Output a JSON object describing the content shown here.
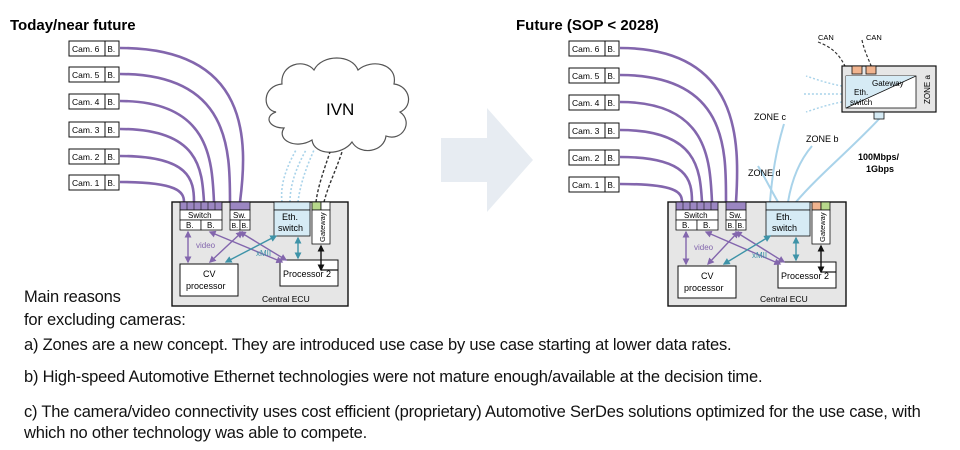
{
  "left_panel": {
    "title": "Today/near future",
    "cameras": [
      "Cam. 6",
      "Cam. 5",
      "Cam. 4",
      "Cam. 3",
      "Cam. 2",
      "Cam. 1"
    ],
    "serializer_label": "B.",
    "cloud_label": "IVN",
    "ecu": {
      "label": "Central ECU",
      "switch_label": "Switch",
      "sw_label": "Sw.",
      "deser_label": "B.",
      "eth_switch_line1": "Eth.",
      "eth_switch_line2": "switch",
      "gateway_label": "Gateway",
      "video_label": "video",
      "xmii_label": "xMII",
      "cv_line1": "CV",
      "cv_line2": "processor",
      "processor2_label": "Processor 2"
    }
  },
  "right_panel": {
    "title": "Future (SOP < 2028)",
    "cameras": [
      "Cam. 6",
      "Cam. 5",
      "Cam. 4",
      "Cam. 3",
      "Cam. 2",
      "Cam. 1"
    ],
    "serializer_label": "B.",
    "zone_labels": [
      "ZONE c",
      "ZONE b",
      "ZONE d"
    ],
    "speed_line1": "100Mbps/",
    "speed_line2": "1Gbps",
    "can_labels": [
      "CAN",
      "CAN"
    ],
    "zone_a": {
      "label": "ZONE a",
      "gateway_label": "Gateway",
      "eth_line1": "Eth.",
      "eth_line2": "switch"
    },
    "ecu": {
      "label": "Central ECU",
      "switch_label": "Switch",
      "sw_label": "Sw.",
      "deser_label": "B.",
      "eth_switch_line1": "Eth.",
      "eth_switch_line2": "switch",
      "gateway_label": "Gateway",
      "video_label": "video",
      "xmii_label": "xMII",
      "cv_line1": "CV",
      "cv_line2": "processor",
      "processor2_label": "Processor 2"
    }
  },
  "reasons": {
    "heading_line1": "Main reasons",
    "heading_line2": "for excluding cameras:",
    "a": "a) Zones are a new concept. They are introduced use case by use case starting at lower data rates.",
    "b": "b) High-speed Automotive Ethernet technologies were not mature enough/available at the decision time.",
    "c": "c) The camera/video connectivity uses cost efficient (proprietary) Automotive SerDes solutions optimized for the use case, with which no other technology was able to compete."
  },
  "colors": {
    "purple": "#8366ad",
    "purple_fill": "#9b86c2",
    "light_blue": "#a9d3ea",
    "blue_fill": "#d6ebf5",
    "teal_arrow": "#3e93a8",
    "ecu_fill": "#e6e6e6",
    "orange": "#f1b48f",
    "green": "#b7d88b",
    "arrow_fill": "#e7ecf2"
  }
}
